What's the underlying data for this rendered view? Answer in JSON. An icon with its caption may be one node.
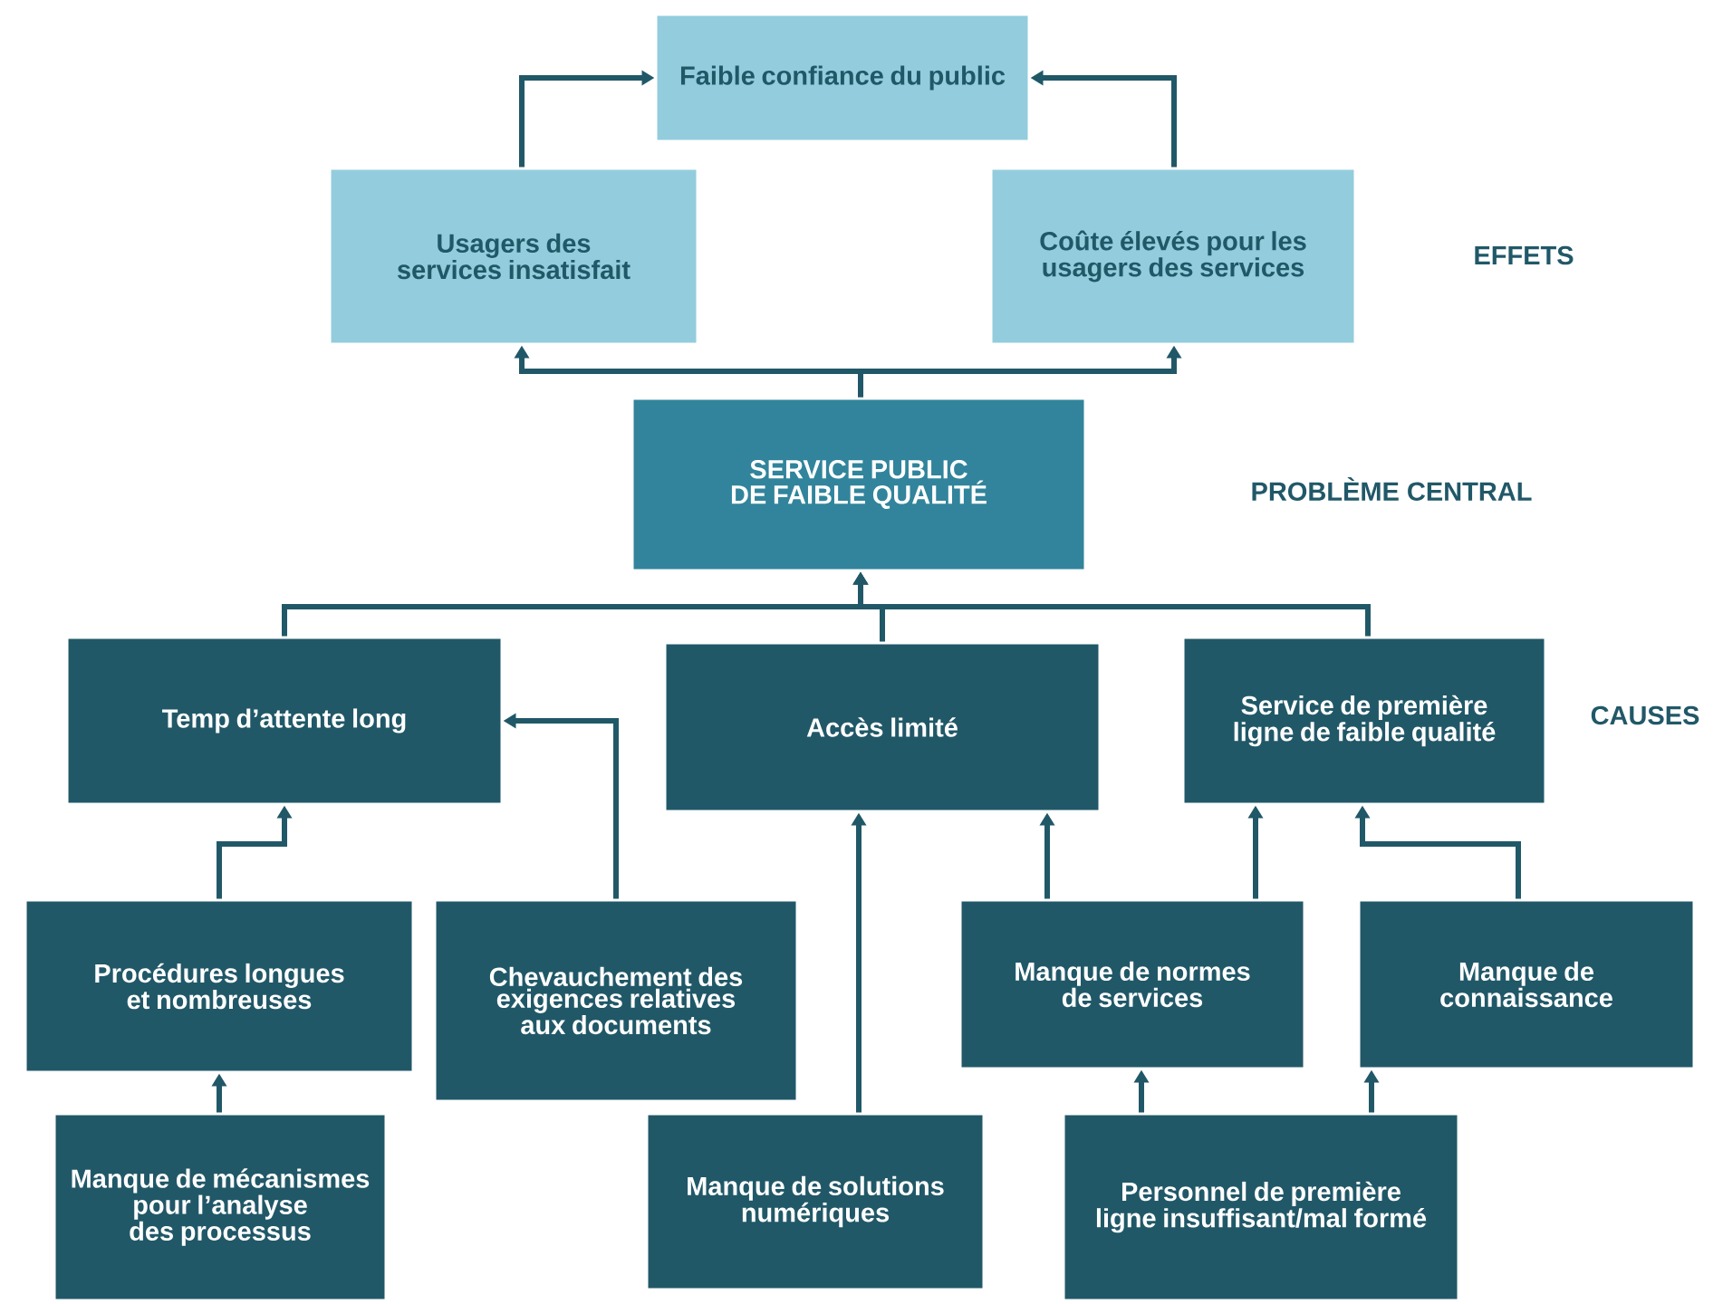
{
  "diagram": {
    "nodes": [
      {
        "text": [
          "Faible confiance du public"
        ]
      },
      {
        "text": [
          "Usagers des services insatisfait"
        ]
      },
      {
        "text": [
          "Coûte élevés pour les usagers des services"
        ]
      },
      {
        "text": [
          "SERVICE PUBLIC DE FAIBLE QUALITÉ"
        ]
      },
      {
        "text": [
          "Temp d’attente long"
        ]
      },
      {
        "text": [
          "Accès limité"
        ]
      },
      {
        "text": [
          "Service de première ligne de faible qualité"
        ]
      },
      {
        "text": [
          "Procédures longues et nombreuses"
        ]
      },
      {
        "text": [
          "Chevauchement des exigences relatives aux documents"
        ]
      },
      {
        "text": [
          "Manque de mécanismes pour l’analyse des processus"
        ]
      },
      {
        "text": [
          "Manque de solutions numériques"
        ]
      },
      {
        "text": [
          "Manque de normes de services"
        ]
      },
      {
        "text": [
          "Manque de connaissance"
        ]
      },
      {
        "text": [
          "Personnel de première ligne insuffisant/mal formé"
        ]
      }
    ],
    "edges": [
      {
        "from": 1,
        "to": 0,
        "arrow": "to"
      },
      {
        "from": 2,
        "to": 0,
        "arrow": "to"
      },
      {
        "from": 3,
        "to": 1,
        "arrow": "to"
      },
      {
        "from": 3,
        "to": 2,
        "arrow": "to"
      },
      {
        "from": 4,
        "to": 3,
        "arrow": "to"
      },
      {
        "from": 5,
        "to": 3,
        "arrow": "to"
      },
      {
        "from": 6,
        "to": 3,
        "arrow": "to"
      },
      {
        "from": 7,
        "to": 4,
        "arrow": "to"
      },
      {
        "from": 8,
        "to": 4,
        "arrow": "to"
      },
      {
        "from": 9,
        "to": 7,
        "arrow": "to"
      },
      {
        "from": 10,
        "to": 5,
        "arrow": "to"
      },
      {
        "from": 11,
        "to": 5,
        "arrow": "to"
      },
      {
        "from": 11,
        "to": 6,
        "arrow": "to"
      },
      {
        "from": 12,
        "to": 6,
        "arrow": "to"
      },
      {
        "from": 13,
        "to": 11,
        "arrow": "to"
      },
      {
        "from": 13,
        "to": 12,
        "arrow": "to"
      }
    ],
    "labels": [
      "EFFETS",
      "PROBLÈME CENTRAL",
      "CAUSES"
    ]
  }
}
